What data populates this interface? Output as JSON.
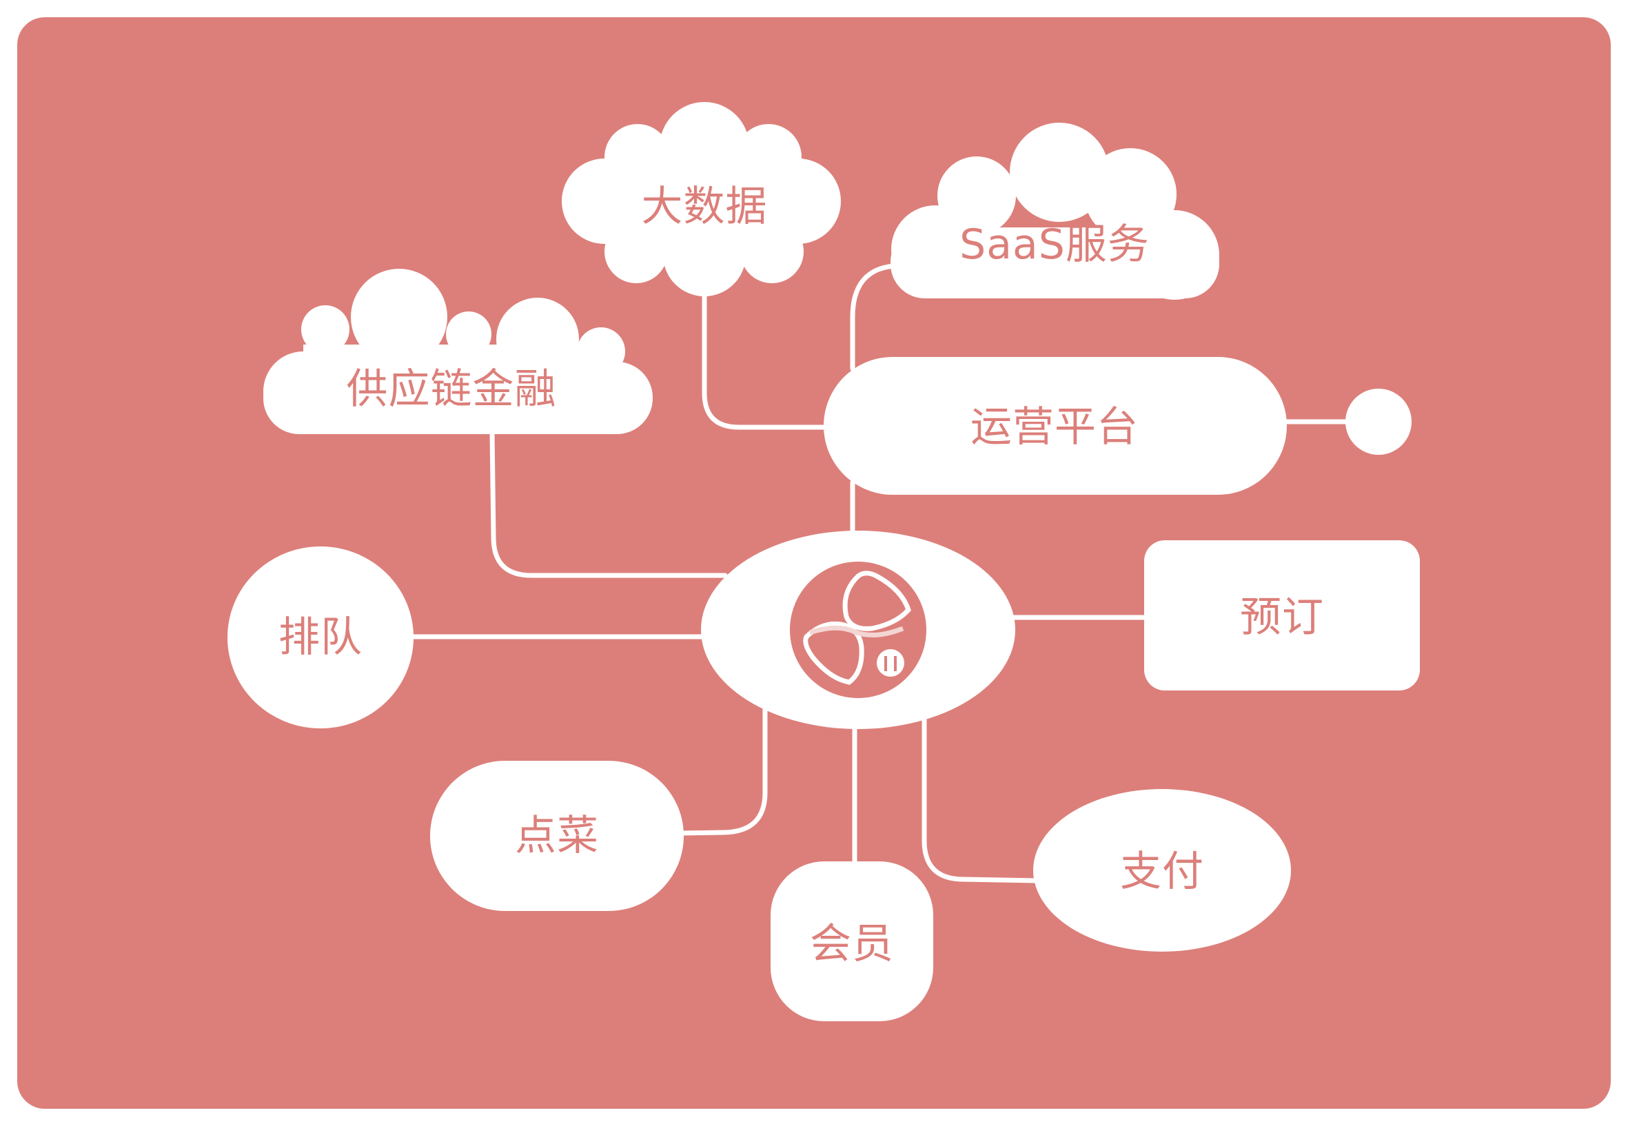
{
  "colors": {
    "background": "#dc7f7a",
    "node": "#ffffff",
    "label": "#dc7f7a"
  },
  "center": {
    "icon": "restaurant-swirl-logo-icon"
  },
  "nodes": {
    "big_data": "大数据",
    "saas": "SaaS服务",
    "supply_chain_finance": "供应链金融",
    "operations_platform": "运营平台",
    "queue": "排队",
    "reservation": "预订",
    "ordering": "点菜",
    "membership": "会员",
    "payment": "支付"
  }
}
